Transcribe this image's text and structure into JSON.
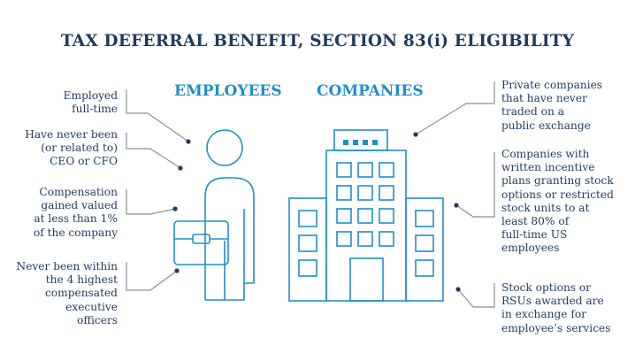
{
  "title": "TAX DEFERRAL BENEFIT, SECTION 83(i) ELIGIBILITY",
  "headings": {
    "employees": "EMPLOYEES",
    "companies": "COMPANIES"
  },
  "employee_criteria": [
    [
      "Employed",
      "full-time"
    ],
    [
      "Have never been",
      "(or related to)",
      "CEO or CFO"
    ],
    [
      "Compensation",
      "gained valued",
      "at less than 1%",
      "of the company"
    ],
    [
      "Never been within",
      "the 4 highest",
      "compensated",
      "executive",
      "officers"
    ]
  ],
  "company_criteria": [
    [
      "Private companies",
      "that have never",
      "traded on a",
      "public exchange"
    ],
    [
      "Companies with",
      "written incentive",
      "plans granting stock",
      "options or restricted",
      "stock units to at",
      "least 80% of",
      "full-time US",
      "employees"
    ],
    [
      "Stock options or",
      "RSUs awarded are",
      "in exchange for",
      "employee’s services"
    ]
  ],
  "icons": {
    "employee": "person-with-briefcase-icon",
    "company": "office-building-icon"
  },
  "colors": {
    "title": "#1f3a5f",
    "heading": "#1e8fcb",
    "icon_stroke": "#1e8fcb",
    "leader_line": "#8a9099",
    "text": "#1f3a5f"
  }
}
